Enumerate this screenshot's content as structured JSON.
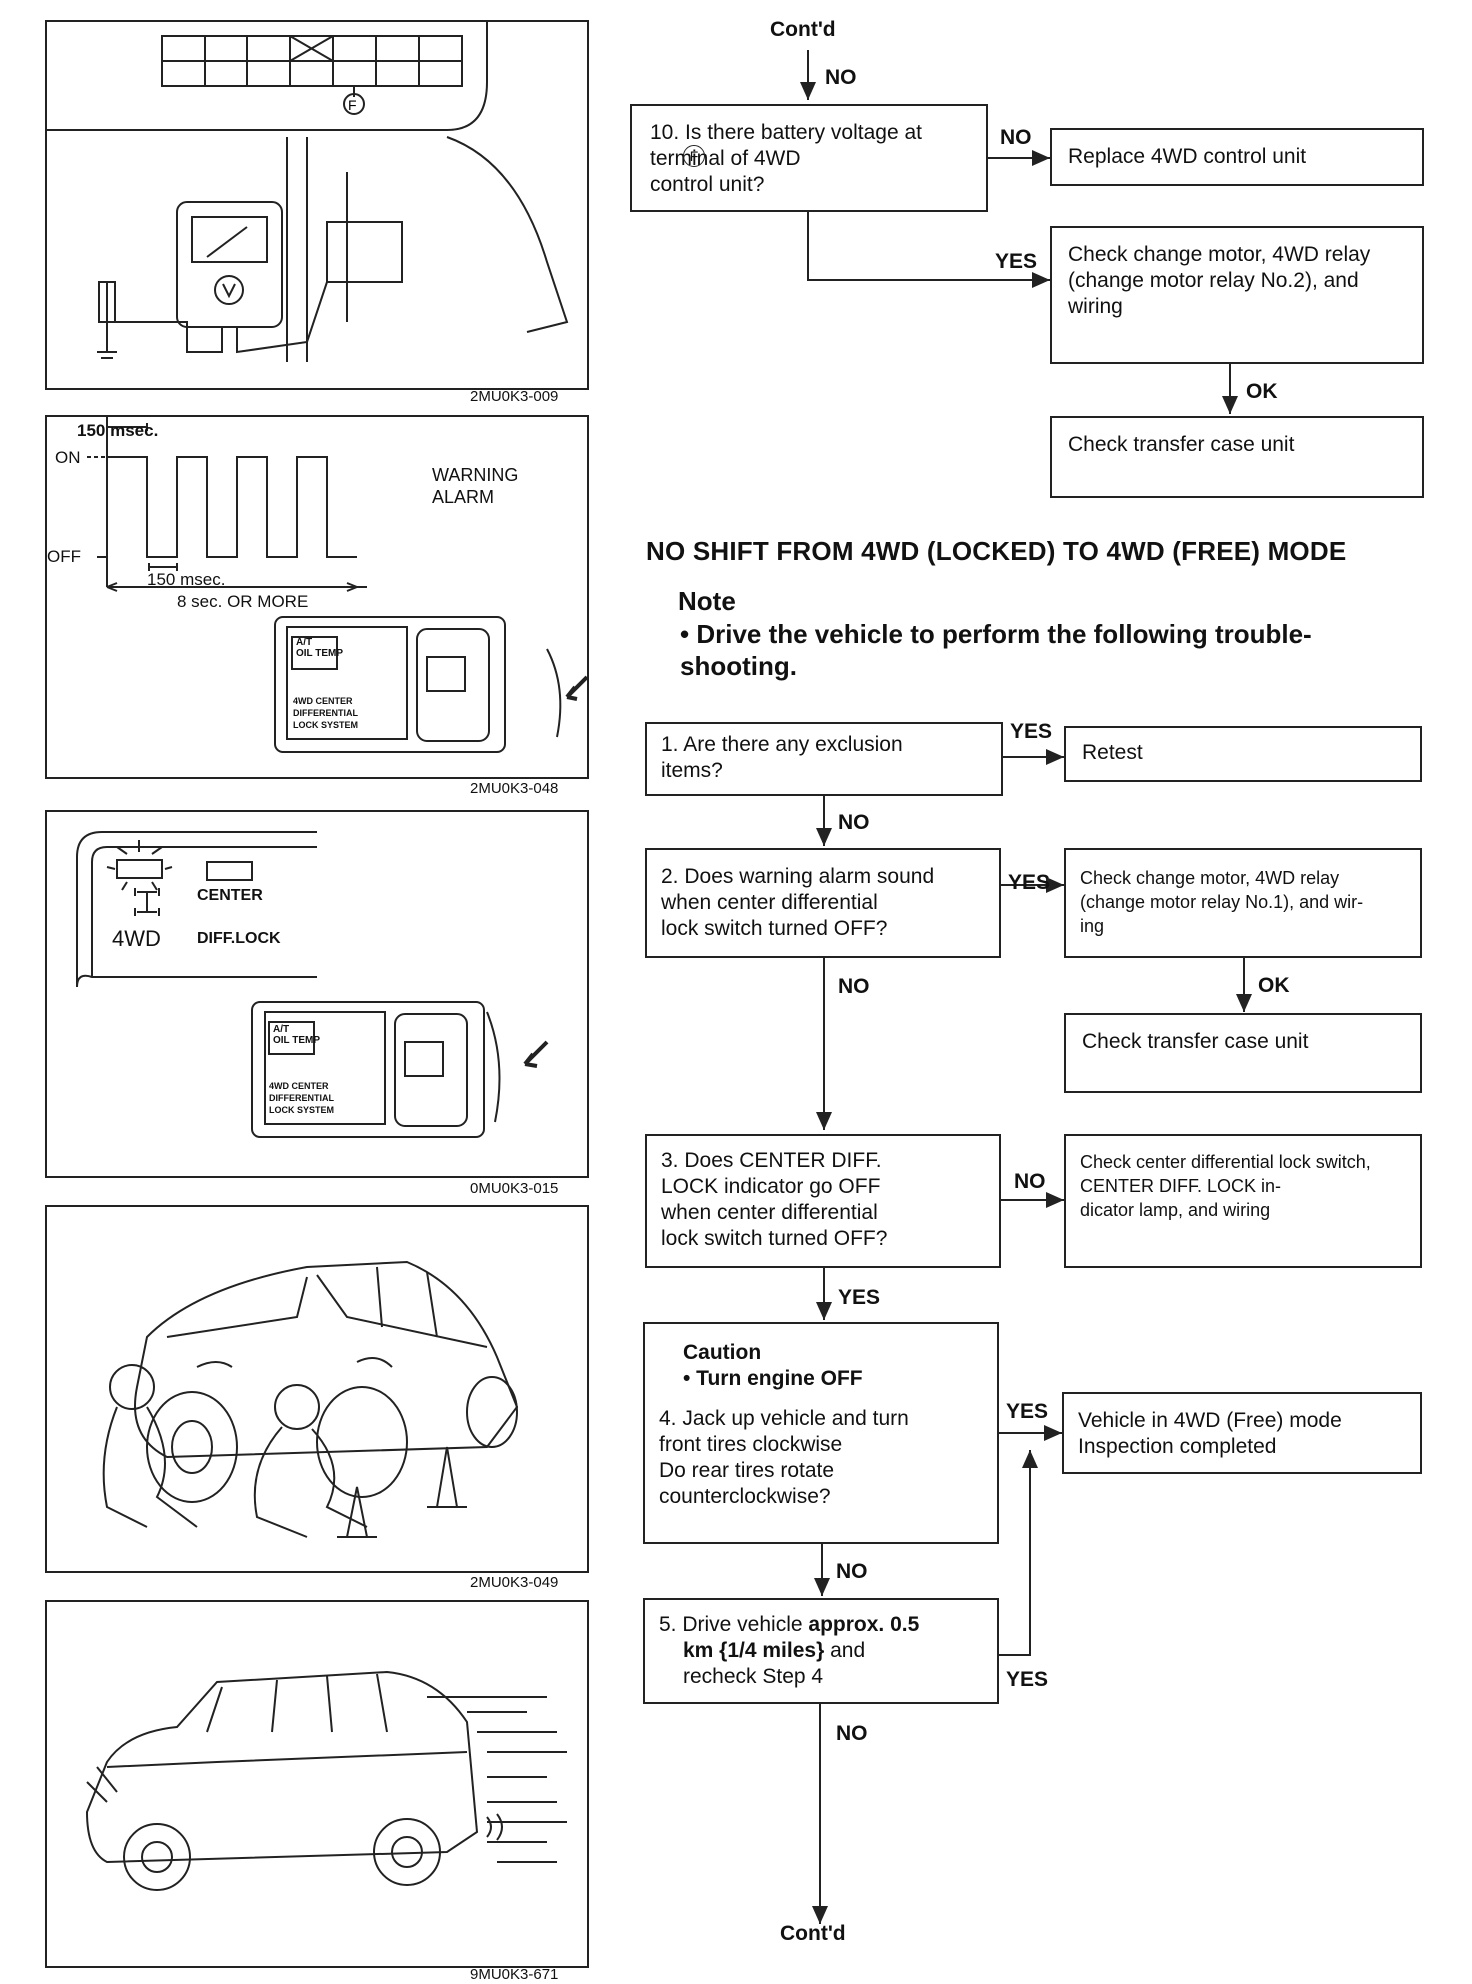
{
  "figures": {
    "fig1": {
      "caption": "2MU0K3-009",
      "terminal": "F"
    },
    "fig2": {
      "caption": "2MU0K3-048",
      "pulse_width": "150 msec.",
      "pulse_gap": "150 msec.",
      "duration": "8 sec. OR MORE",
      "on": "ON",
      "off": "OFF",
      "warning": "WARNING",
      "alarm": "ALARM",
      "panel_at": "A/T",
      "panel_oil": "OIL TEMP",
      "panel_line1": "4WD CENTER",
      "panel_line2": "DIFFERENTIAL",
      "panel_line3": "LOCK SYSTEM"
    },
    "fig3": {
      "caption": "0MU0K3-015",
      "center": "CENTER",
      "difflock": "DIFF.LOCK",
      "fourwd": "4WD",
      "panel_at": "A/T",
      "panel_oil": "OIL TEMP",
      "panel_line1": "4WD CENTER",
      "panel_line2": "DIFFERENTIAL",
      "panel_line3": "LOCK SYSTEM"
    },
    "fig4": {
      "caption": "2MU0K3-049"
    },
    "fig5": {
      "caption": "9MU0K3-671"
    }
  },
  "top_flow": {
    "contd_top": "Cont'd",
    "no_top": "NO",
    "step10": "10. Is there battery voltage at\n      terminal of 4WD\n      control unit?",
    "step10_terminal": "F",
    "no10": "NO",
    "replace": "Replace 4WD control unit",
    "yes10": "YES",
    "check_motor": "Check change motor, 4WD relay (change motor relay No.2), and wiring",
    "ok1": "OK",
    "check_transfer1": "Check transfer case unit"
  },
  "section": {
    "heading": "NO SHIFT FROM 4WD (LOCKED) TO 4WD (FREE) MODE",
    "note_title": "Note",
    "note_bullet": "•  Drive the vehicle to perform the following trouble-\n    shooting."
  },
  "flow": {
    "step1": "1. Are there any exclusion\n    items?",
    "yes1": "YES",
    "retest": "Retest",
    "no1": "NO",
    "step2": "2. Does warning alarm sound\n    when center differential\n    lock switch turned OFF?",
    "yes2": "YES",
    "check2": "Check change motor, 4WD relay (change motor relay No.1), and wir-\ning",
    "ok2": "OK",
    "check_transfer2": "Check transfer case unit",
    "no2": "NO",
    "step3": "3. Does CENTER DIFF.\n    LOCK indicator go OFF\n    when center differential\n    lock switch turned OFF?",
    "no3": "NO",
    "check3": "Check center differential lock switch, CENTER DIFF. LOCK in-\ndicator lamp, and wiring",
    "yes3": "YES",
    "caution_title": "Caution",
    "caution_bullet": "• Turn engine OFF",
    "step4": "4. Jack up vehicle and turn\n    front tires clockwise\n    Do rear tires rotate\n    counterclockwise?",
    "yes4": "YES",
    "result4": "Vehicle in 4WD (Free) mode\nInspection completed",
    "no4": "NO",
    "step5_a": "5. Drive vehicle ",
    "step5_b": "approx. 0.5",
    "step5_c": "km {1/4 miles}",
    "step5_d": " and",
    "step5_e": "recheck Step 4",
    "yes5": "YES",
    "no5": "NO",
    "contd_bottom": "Cont'd"
  }
}
